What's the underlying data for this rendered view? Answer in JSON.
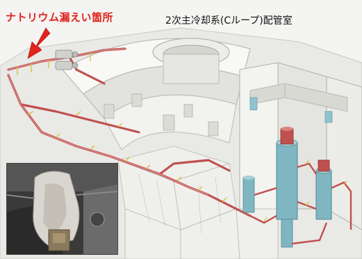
{
  "title_leak_location": "ナトリウム漏えい箇所",
  "title_room": "2次主冷却系(Cループ)配管室",
  "icons": {
    "arrow": "leak-pointer-arrow",
    "photo": "leak-site-photo"
  },
  "colors": {
    "pipe": "#c0504d",
    "label_red": "#e0231b",
    "equipment_teal": "#7fb6c2"
  }
}
